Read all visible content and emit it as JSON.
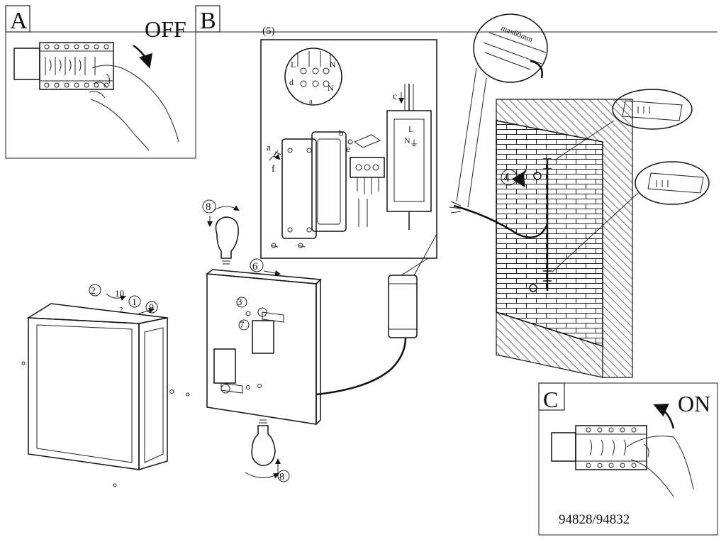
{
  "panels": {
    "a": {
      "letter": "A",
      "state": "OFF"
    },
    "b": {
      "letter": "B"
    },
    "c": {
      "letter": "C",
      "state": "ON"
    }
  },
  "steps": {
    "s1": "1",
    "s2": "2",
    "s3": "3",
    "s4": "4",
    "s5": "(5)",
    "s6": "6",
    "s7": "7",
    "s8": "8",
    "s9": "9",
    "s10": "10",
    "s2b": "2"
  },
  "letters": {
    "a": "a",
    "b": "b",
    "c": "c",
    "d": "d",
    "e": "e",
    "f": "f"
  },
  "terminal_labels": {
    "L1": "L",
    "L2": "L",
    "N1": "N",
    "N2": "N",
    "T_L": "L",
    "T_N": "N",
    "L_sub": "d",
    "ground": "⏚"
  },
  "cable_note": "max60mm",
  "model_number": "94828/94832",
  "icons": [
    "hand-icon",
    "lightbulb-icon",
    "screw-icon",
    "arrow-icon",
    "circuit-breaker-icon",
    "wall-bracket-icon"
  ]
}
